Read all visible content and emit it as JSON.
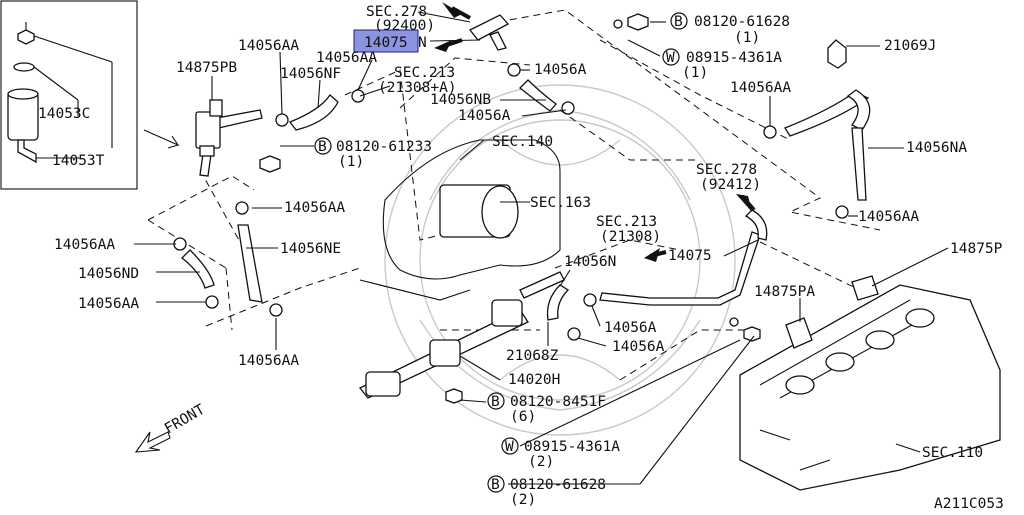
{
  "diagram_code": "A211C053",
  "front_label": "FRONT",
  "highlight_color": "#8c93e0",
  "inset": {
    "labels": [
      "14053C",
      "14053T"
    ]
  },
  "labels": {
    "sec278a": "SEC.278",
    "sec278a_sub": "(92400)",
    "p14075_hl": "14075",
    "p14075_n": "N",
    "sec213a": "SEC.213",
    "sec213a_sub": "(21308+A)",
    "p14056AA_1": "14056AA",
    "p14056AA_2": "14056AA",
    "p14056NF": "14056NF",
    "p14875PB": "14875PB",
    "p14056A_1": "14056A",
    "p14056NB": "14056NB",
    "p14056A_2": "14056A",
    "b08120_61628_top": "08120-61628",
    "b08120_61628_top_q": "(1)",
    "w08915_4361A_top": "08915-4361A",
    "w08915_4361A_top_q": "(1)",
    "p21069J": "21069J",
    "p14056AA_3": "14056AA",
    "p14056NA": "14056NA",
    "b08120_61233": "08120-61233",
    "b08120_61233_q": "(1)",
    "sec140": "SEC.140",
    "sec163": "SEC.163",
    "sec278b": "SEC.278",
    "sec278b_sub": "(92412)",
    "p14056AA_4": "14056AA",
    "p14056AA_5": "14056AA",
    "p14056NE": "14056NE",
    "sec213b": "SEC.213",
    "sec213b_sub": "(21308)",
    "p14075_2": "14075",
    "p14875P": "14875P",
    "p14056AA_6": "14056AA",
    "p14056ND": "14056ND",
    "p14056AA_7": "14056AA",
    "p14056N": "14056N",
    "p14875PA": "14875PA",
    "p14056A_3": "14056A",
    "p14056A_4": "14056A",
    "p21068Z": "21068Z",
    "p14056AA_8": "14056AA",
    "p14020H": "14020H",
    "b08120_8451F": "08120-8451F",
    "b08120_8451F_q": "(6)",
    "w08915_4361A_bot": "08915-4361A",
    "w08915_4361A_bot_q": "(2)",
    "b08120_61628_bot": "08120-61628",
    "b08120_61628_bot_q": "(2)",
    "sec110": "SEC.110"
  },
  "markers": {
    "bolt": "B",
    "washer": "W"
  }
}
